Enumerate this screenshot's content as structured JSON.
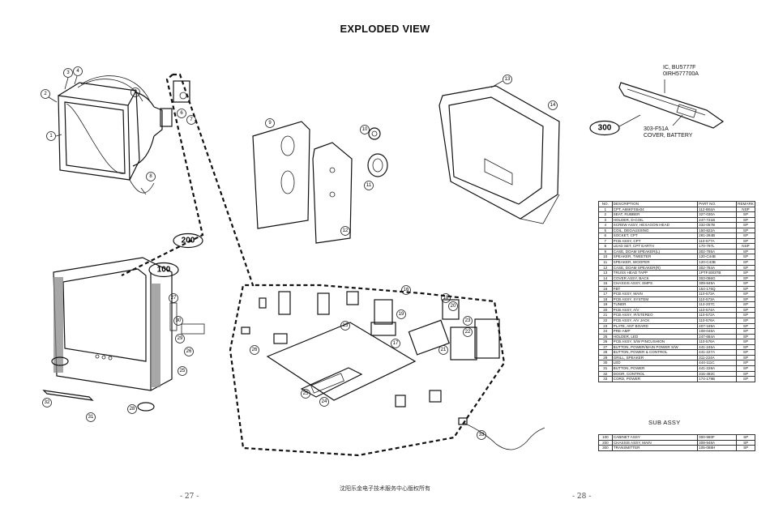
{
  "title": "EXPLODED VIEW",
  "remote": {
    "ic_line1": "IC, BU5777F",
    "ic_line2": "0IRH577700A",
    "cover_line1": "303-F51A",
    "cover_line2": "COVER, BATTERY"
  },
  "callouts": {
    "c100": "100",
    "c200": "200",
    "c300": "300",
    "n1": "1",
    "n2": "2",
    "n3": "3",
    "n4": "4",
    "n5": "5",
    "n6": "6",
    "n7": "7",
    "n8": "8",
    "n9": "9",
    "n10": "10",
    "n11": "11",
    "n12": "12",
    "n13": "13",
    "n14": "14",
    "n15": "15",
    "n16": "16",
    "n17": "17",
    "n18": "18",
    "n19": "19",
    "n20": "20",
    "n21": "21",
    "n22": "22",
    "n23": "23",
    "n24": "24",
    "n25": "25",
    "n26": "26",
    "n27": "27",
    "n28": "28",
    "n29": "29",
    "n30": "30",
    "n31": "31",
    "n32": "32",
    "n33": "33"
  },
  "parts_table": {
    "headers": [
      "NO.",
      "DESCRIPTION",
      "PART NO.",
      "REMARK"
    ],
    "rows": [
      [
        "1",
        "CPT, A66KFS5x04",
        "112-B64A",
        "NSP"
      ],
      [
        "2",
        "SEAT, RUBBER",
        "327-030A",
        "SP"
      ],
      [
        "3",
        "HOLDER, D-COIL",
        "247-721B",
        "SP"
      ],
      [
        "4",
        "SCREW ASSY, HEXAGON HEAD",
        "332-057B",
        "SP"
      ],
      [
        "5",
        "COIL, DEGAUSSING",
        "150-822A",
        "SP"
      ],
      [
        "6",
        "SOCKET, CPT",
        "281-284B",
        "SP"
      ],
      [
        "7",
        "PCB ASSY, CPT",
        "110-577A",
        "SP"
      ],
      [
        "8",
        "LEAD SET, CPT EARTH",
        "170-797L",
        "NSP"
      ],
      [
        "9",
        "CASE, DOAM SPEAKER(L)",
        "302-785A",
        "SP"
      ],
      [
        "10",
        "SPEAKER, TWEETER",
        "120-C44B",
        "SP"
      ],
      [
        "11",
        "SPEAKER, WOOFER",
        "120-C43B",
        "SP"
      ],
      [
        "12",
        "CASE, DOAM SPEAKER(R)",
        "302-784A",
        "SP"
      ],
      [
        "13",
        "TRUSS HEAD TAPP",
        "1PTF4003TB",
        "SP"
      ],
      [
        "14",
        "COVER ASSY, BACK",
        "303-086G",
        "SP"
      ],
      [
        "15",
        "CHASSIS ASSY, SMPS",
        "309-949A",
        "SP"
      ],
      [
        "16",
        "FBT",
        "154-176Q",
        "SP"
      ],
      [
        "17",
        "PCB ASSY, MAIN",
        "110-573A",
        "SP"
      ],
      [
        "18",
        "PCB ASSY, SYSTEM",
        "110-573A",
        "SP"
      ],
      [
        "19",
        "TUNER",
        "113-207C",
        "SP"
      ],
      [
        "20",
        "PCB ASSY, A/V",
        "110-574A",
        "SP"
      ],
      [
        "21",
        "PCB ASSY, IF/STEREO",
        "110-572A",
        "SP"
      ],
      [
        "22",
        "PCB ASSY, A/V JACK",
        "110-576A",
        "SP"
      ],
      [
        "23",
        "PLATE, ANT BOARD",
        "407-169A",
        "SP"
      ],
      [
        "24",
        "PRE-AMP",
        "108-048A",
        "SP"
      ],
      [
        "25",
        "HOLDER, LED",
        "247-684A",
        "SP"
      ],
      [
        "26",
        "PCB ASSY, S/W PINCUSHION",
        "110-576A",
        "SP"
      ],
      [
        "27",
        "BUTTON, POWER/MAIN POWER S/W",
        "441-245A",
        "SP"
      ],
      [
        "28",
        "BUTTON, POWER & CONTROL",
        "441-227A",
        "SP"
      ],
      [
        "29",
        "GRILL, SPEAKER",
        "311-224A",
        "SP"
      ],
      [
        "30",
        "LED",
        "444-111C",
        "SP"
      ],
      [
        "31",
        "BUTTON, POWER",
        "441-228A",
        "SP"
      ],
      [
        "32",
        "DOOR, CONTROL",
        "315-492C",
        "SP"
      ],
      [
        "33",
        "CORD, POWER",
        "174-179B",
        "SP"
      ]
    ]
  },
  "sub_assy": {
    "title": "SUB ASSY",
    "rows": [
      [
        "100",
        "CABINET ASSY",
        "300-960F",
        "SP"
      ],
      [
        "200",
        "CHASSIS ASSY, MAIN",
        "309-948A",
        "SP"
      ],
      [
        "300",
        "TRANSMITTER",
        "105-088H",
        "SP"
      ]
    ]
  },
  "footer": {
    "watermark": "沈阳乐金电子技术服务中心版权所有",
    "page_left": "- 27 -",
    "page_right": "- 28 -"
  }
}
